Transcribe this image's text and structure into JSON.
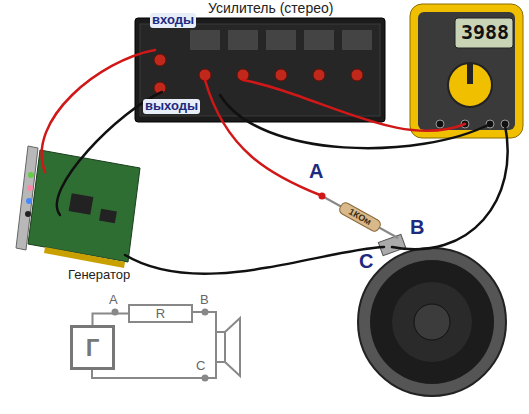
{
  "diagram": {
    "nodes": [
      {
        "text": [
          "Г"
        ]
      },
      {
        "text": [
          "R"
        ]
      }
    ],
    "edges": [
      {
        "from": 0,
        "to": 1,
        "arrow": "none"
      }
    ],
    "labels": [
      "Усилитель (стерео)",
      "входы",
      "выходы",
      "3988",
      "A",
      "1КОм",
      "B",
      "C",
      "Генератор",
      "A",
      "B",
      "C"
    ]
  }
}
